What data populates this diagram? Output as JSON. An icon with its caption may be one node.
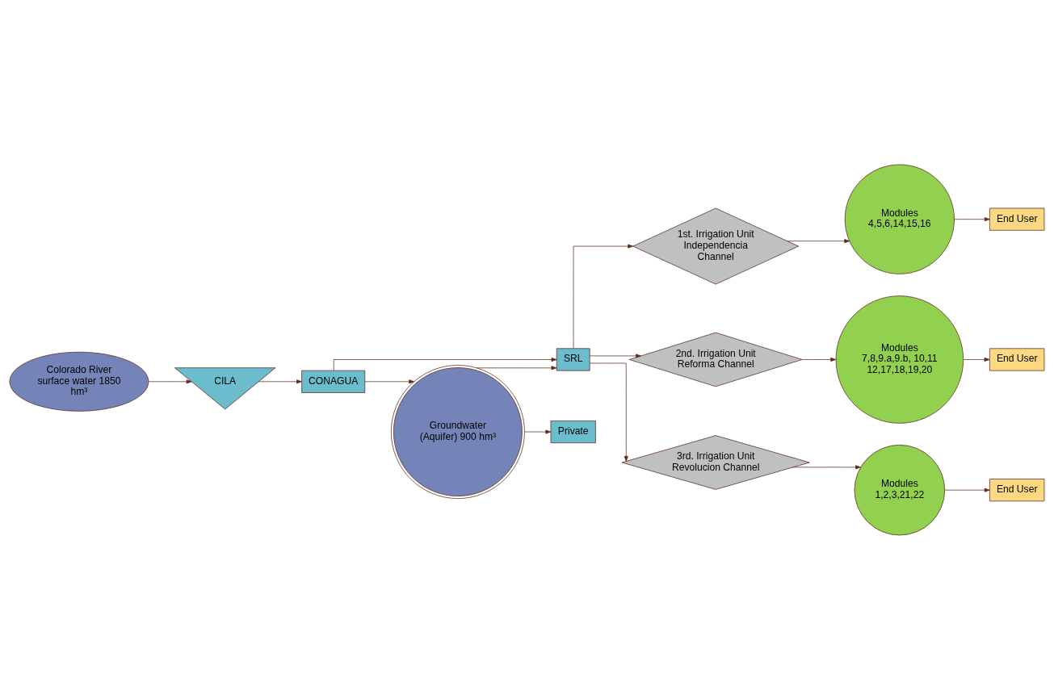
{
  "diagram": {
    "nodes": [
      {
        "text": [
          "Colorado River surface water 1850 hm³"
        ]
      },
      {
        "text": [
          "CILA"
        ]
      },
      {
        "text": [
          "CONAGUA"
        ]
      },
      {
        "text": [
          "Groundwater (Aquifer) 900 hm³"
        ]
      },
      {
        "text": [
          "SRL"
        ]
      },
      {
        "text": [
          "Private"
        ]
      },
      {
        "text": [
          "1st. Irrigation Unit Independencia Channel"
        ]
      },
      {
        "text": [
          "Modules",
          "4,5,6,14,15,16"
        ]
      },
      {
        "text": [
          "End User"
        ]
      },
      {
        "text": [
          "2nd. Irrigation Unit Reforma Channel"
        ]
      },
      {
        "text": [
          "Modules",
          "7,8,9.a,9.b, 10,11 12,17,18,19,20"
        ]
      },
      {
        "text": [
          "End User"
        ]
      },
      {
        "text": [
          "3rd. Irrigation Unit Revolucion Channel"
        ]
      },
      {
        "text": [
          "Modules",
          "1,2,3,21,22"
        ]
      },
      {
        "text": [
          "End User"
        ]
      }
    ],
    "edges": [
      {
        "from": 0,
        "to": 1,
        "arrow": "to"
      },
      {
        "from": 1,
        "to": 2,
        "arrow": "to"
      },
      {
        "from": 2,
        "to": 4,
        "arrow": "to"
      },
      {
        "from": 2,
        "to": 3,
        "arrow": "to"
      },
      {
        "from": 3,
        "to": 4,
        "arrow": "to"
      },
      {
        "from": 3,
        "to": 5,
        "arrow": "to"
      },
      {
        "from": 4,
        "to": 6,
        "arrow": "to"
      },
      {
        "from": 4,
        "to": 9,
        "arrow": "to"
      },
      {
        "from": 4,
        "to": 12,
        "arrow": "to"
      },
      {
        "from": 6,
        "to": 7,
        "arrow": "to"
      },
      {
        "from": 7,
        "to": 8,
        "arrow": "to"
      },
      {
        "from": 9,
        "to": 10,
        "arrow": "to"
      },
      {
        "from": 10,
        "to": 11,
        "arrow": "to"
      },
      {
        "from": 12,
        "to": 13,
        "arrow": "to"
      },
      {
        "from": 13,
        "to": 14,
        "arrow": "to"
      }
    ]
  }
}
